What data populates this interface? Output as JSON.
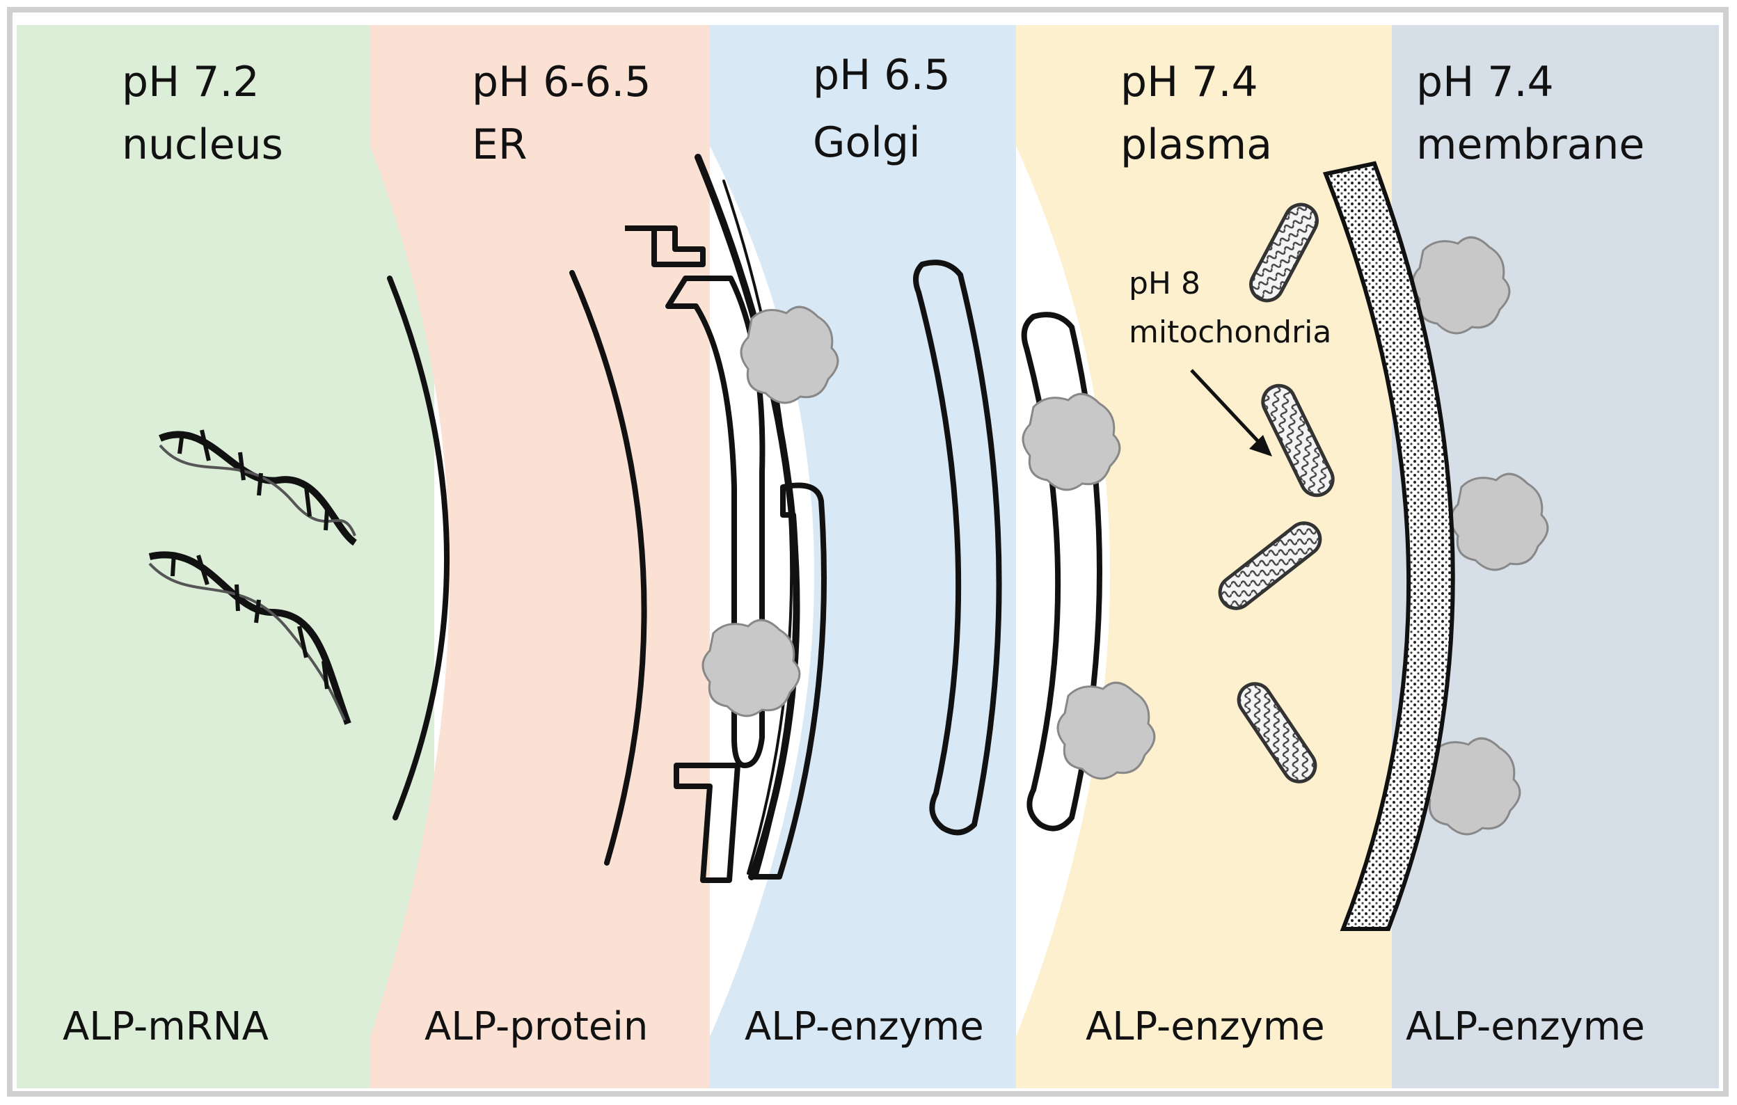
{
  "regions": [
    {
      "id": "nucleus",
      "ph": "pH 7.2",
      "name": "nucleus",
      "product": "ALP-mRNA",
      "color": "#dcedd8"
    },
    {
      "id": "er",
      "ph": "pH 6-6.5",
      "name": "ER",
      "product": "ALP-protein",
      "color": "#fbe1d3"
    },
    {
      "id": "golgi",
      "ph": "pH 6.5",
      "name": "Golgi",
      "product": "ALP-enzyme",
      "color": "#d9e8f5"
    },
    {
      "id": "plasma",
      "ph": "pH 7.4",
      "name": "plasma",
      "product": "ALP-enzyme",
      "color": "#fdf0cf"
    },
    {
      "id": "membrane",
      "ph": "pH 7.4",
      "name": "membrane",
      "product": "ALP-enzyme",
      "color": "#d6dee8"
    }
  ],
  "mitochondria": {
    "ph": "pH 8",
    "name": "mitochondria"
  },
  "icons": {
    "dna": "dna-helix-icon",
    "enzyme": "enzyme-blob-icon",
    "mitochondrion": "mitochondrion-icon",
    "membrane": "cell-membrane-icon"
  },
  "colors": {
    "outline": "#111111",
    "enzyme": "#c8c8c8",
    "frame": "#d0d0d0"
  }
}
